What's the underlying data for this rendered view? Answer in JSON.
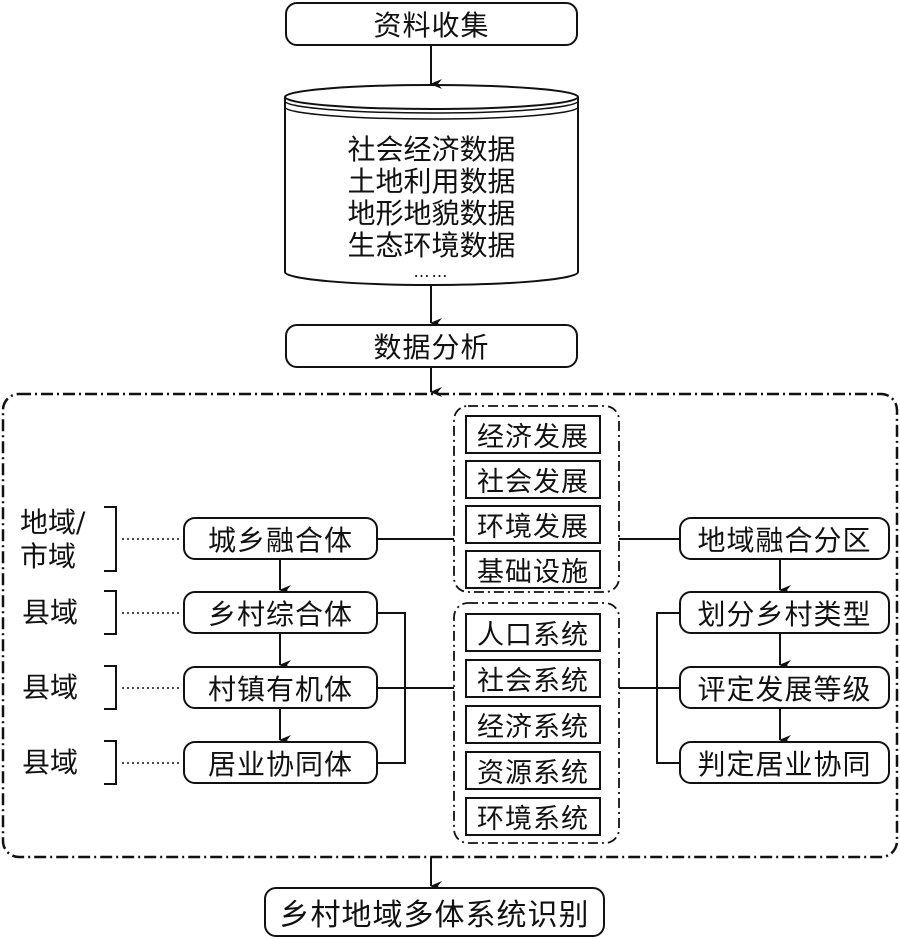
{
  "flow": {
    "step1": "资料收集",
    "database": {
      "items": [
        "社会经济数据",
        "土地利用数据",
        "地形地貌数据",
        "生态环境数据"
      ],
      "ellipsis": "……"
    },
    "step2": "数据分析",
    "final": "乡村地域多体系统识别"
  },
  "scales": [
    {
      "line1": "地域/",
      "line2": "市域"
    },
    {
      "line1": "县域"
    },
    {
      "line1": "县域"
    },
    {
      "line1": "县域"
    }
  ],
  "left_chain": [
    "城乡融合体",
    "乡村综合体",
    "村镇有机体",
    "居业协同体"
  ],
  "group_development": [
    "经济发展",
    "社会发展",
    "环境发展",
    "基础设施"
  ],
  "group_systems": [
    "人口系统",
    "社会系统",
    "经济系统",
    "资源系统",
    "环境系统"
  ],
  "right_chain": [
    "地域融合分区",
    "划分乡村类型",
    "评定发展等级",
    "判定居业协同"
  ]
}
